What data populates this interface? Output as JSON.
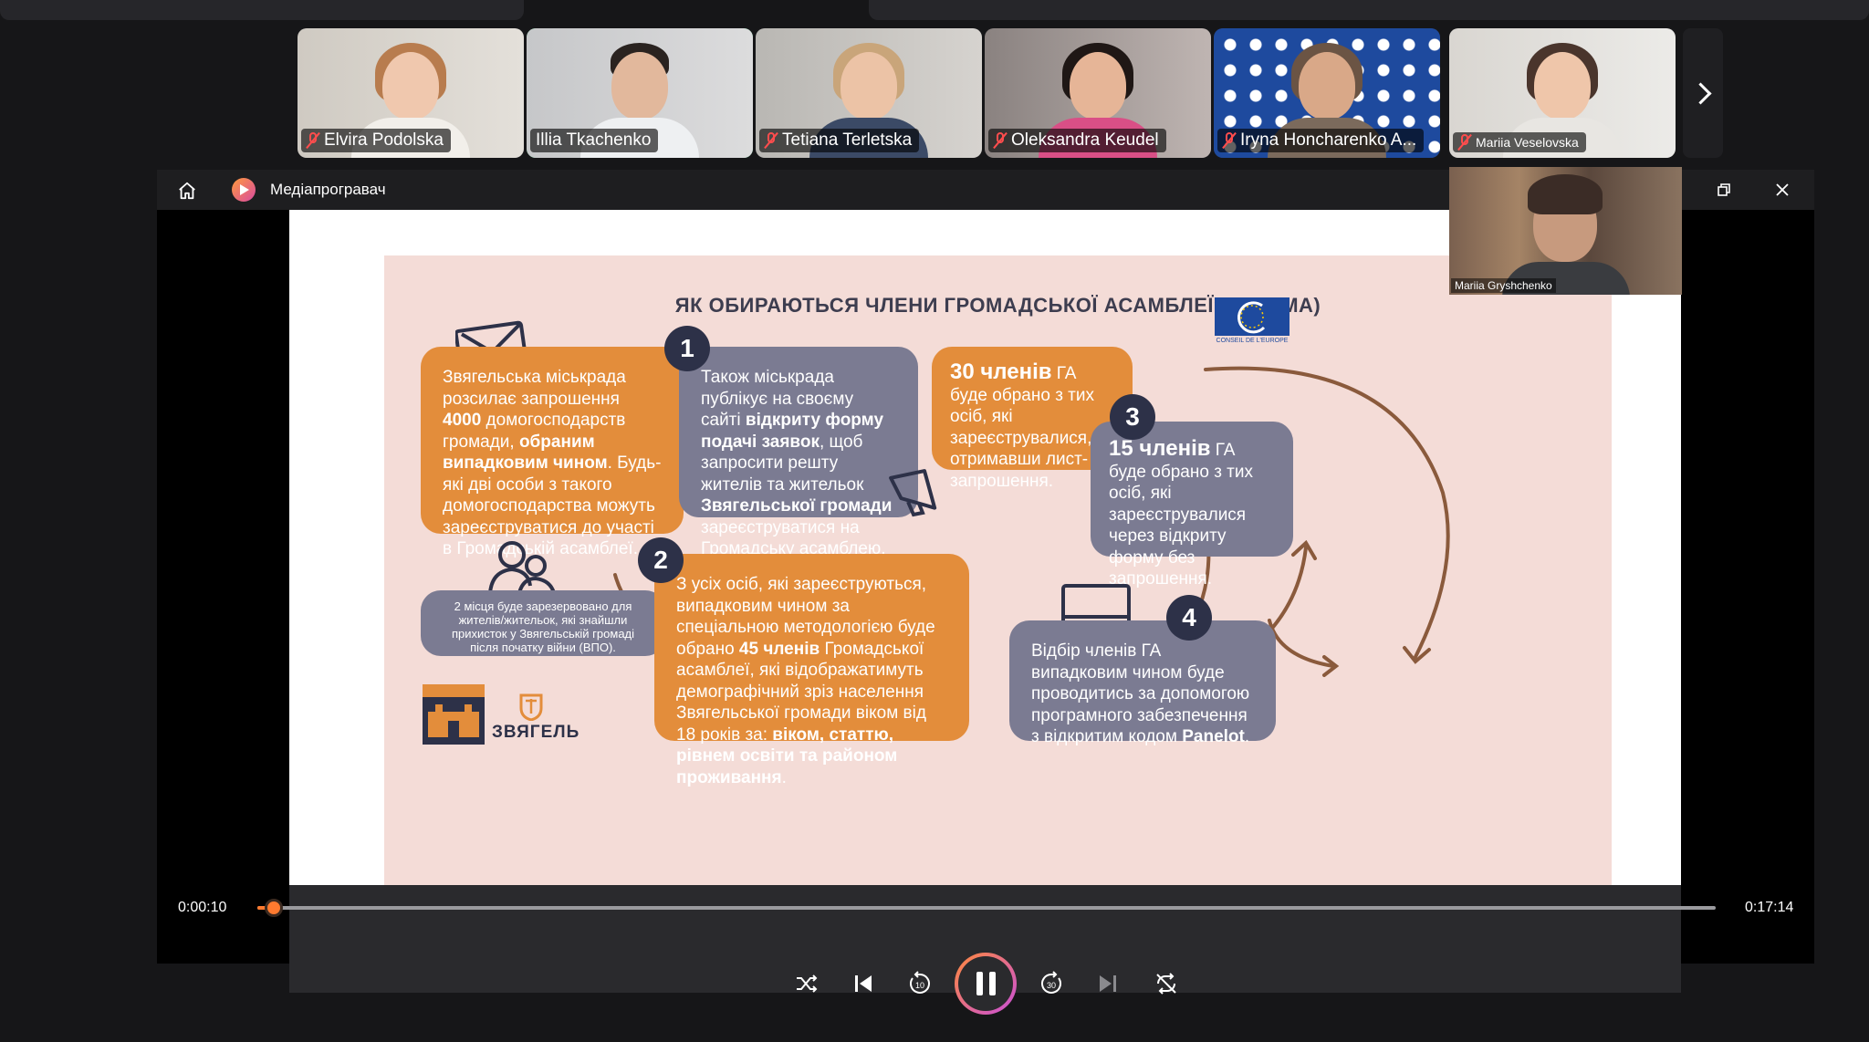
{
  "participants": [
    {
      "name": "Elvira Podolska",
      "muted": true,
      "active": false
    },
    {
      "name": "Illia Tkachenko",
      "muted": false,
      "active": true
    },
    {
      "name": "Tetiana Terletska",
      "muted": true,
      "active": false
    },
    {
      "name": "Oleksandra Keudel",
      "muted": true,
      "active": false
    },
    {
      "name": "Iryna Honcharenko A...",
      "muted": true,
      "active": false
    },
    {
      "name": "Mariia Veselovska",
      "muted": true,
      "active": false
    }
  ],
  "self_view": {
    "name": "Mariia Gryshchenko"
  },
  "player": {
    "title": "Медіапрогравач",
    "current_time": "0:00:10",
    "total_time": "0:17:14",
    "progress": 0.011
  },
  "slide": {
    "title": "ЯК ОБИРАЮТЬСЯ ЧЛЕНИ ГРОМАДСЬКОЇ АСАМБЛЕЇ? (СХЕМА)",
    "coe_caption": "CONSEIL DE L'EUROPE",
    "box_invite": {
      "t1": "Звягельська міськрада розсилає запрошення ",
      "b1": "4000",
      "t2": " домогосподарств громади, ",
      "b2": "обраним випадковим чином",
      "t3": ". Будь-які дві особи з такого домогосподарства можуть зареєструватися до участі в Громадській асамблеї."
    },
    "box_open_form": {
      "t1": "Також міськрада публікує на своєму сайті ",
      "b1": "відкриту форму подачі заявок",
      "t2": ", щоб запросити решту жителів та жительок ",
      "b2": "Звягельської громади",
      "t3": " зареєструватися на Громадську асамблею."
    },
    "box_30": {
      "b1": "30 членів",
      "t1": " ГА буде обрано з тих осіб, які зареєструвалися, отримавши лист-запрошення."
    },
    "box_15": {
      "b1": "15 членів",
      "t1": " ГА буде обрано з тих осіб, які зареєструвалися через відкриту форму без запрошення."
    },
    "box_reserved": {
      "text": "2 місця буде зарезервовано для жителів/жительок, які знайшли прихисток у Звягельській громаді після початку війни (ВПО)."
    },
    "box_45": {
      "t1": "З усіх осіб, які зареєструються, випадковим чином за спеціальною методологією буде обрано ",
      "b1": "45 членів",
      "t2": " Громадської асамблеї, які відображатимуть демографічний зріз населення Звягельської громади віком від 18 років за: ",
      "b2": "віком, статтю, рівнем освіти та районом проживання",
      "t3": "."
    },
    "box_panelot": {
      "t1": "Відбір членів ГА випадковим чином буде проводитись за допомогою програмного забезпечення з відкритим кодом ",
      "b1": "Panelot",
      "t2": "."
    },
    "numbers": [
      "1",
      "2",
      "3",
      "4"
    ],
    "logo_text": "ЗВЯГЕЛЬ"
  },
  "colors": {
    "orange": "#e38d3b",
    "grey": "#7b7b92",
    "pink": "#f4dcd7",
    "navy": "#2d3148",
    "accent": "#ff7a2f",
    "active_border": "#2ecc71"
  }
}
